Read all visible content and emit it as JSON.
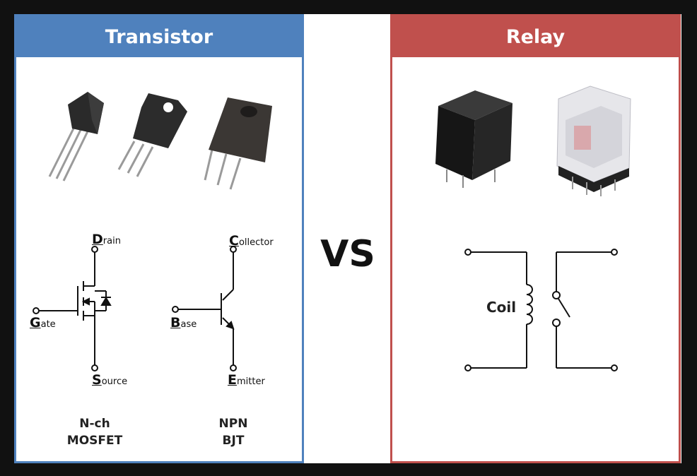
{
  "transistor": {
    "title": "Transistor",
    "mosfet": {
      "drain_initial": "D",
      "drain_rest": "rain",
      "gate_initial": "G",
      "gate_rest": "ate",
      "source_initial": "S",
      "source_rest": "ource",
      "caption_line1": "N-ch",
      "caption_line2": "MOSFET"
    },
    "bjt": {
      "collector_initial": "C",
      "collector_rest": "ollector",
      "base_initial": "B",
      "base_rest": "ase",
      "emitter_initial": "E",
      "emitter_rest": "mitter",
      "caption_line1": "NPN",
      "caption_line2": "BJT"
    }
  },
  "vs_text": "VS",
  "relay": {
    "title": "Relay",
    "coil_label": "Coil"
  },
  "colors": {
    "transistor_accent": "#4f81bd",
    "relay_accent": "#c0504d",
    "background": "#111111"
  }
}
